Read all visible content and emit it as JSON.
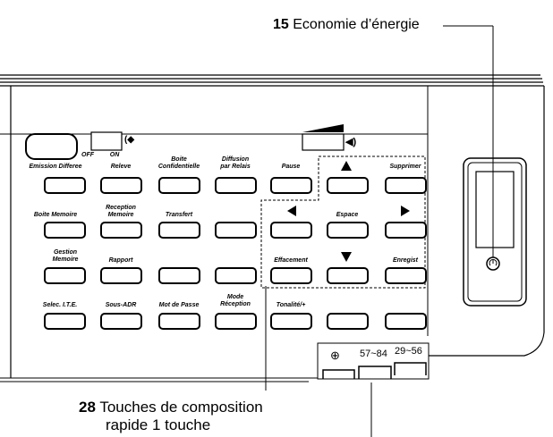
{
  "callouts": {
    "energy_saving": {
      "number": "15",
      "text": "Economie d’énergie"
    },
    "speed_dial": {
      "number": "28",
      "text_line1": "Touches de composition",
      "text_line2": "rapide 1 touche"
    }
  },
  "switch": {
    "off_label": "OFF",
    "on_label": "ON"
  },
  "icons": {
    "handset": "handset-arrow-icon",
    "speaker": "speaker-volume-icon",
    "energy": "energy-saver-icon",
    "speed_dial": "speed-dial-arrow-icon"
  },
  "keys": {
    "row1": [
      "Emission Differee",
      "Releve",
      "Boite\nConfidentielle",
      "Diffusion\npar Relais",
      "Pause",
      "Supprimer"
    ],
    "row2": [
      "Boite Memoire",
      "Reception\nMemoire",
      "Transfert",
      "Espace"
    ],
    "row3": [
      "Gestion\nMemoire",
      "Rapport",
      "Effacement",
      "Enregist"
    ],
    "row4": [
      "Selec. I.T.E.",
      "Sous-ADR",
      "Mot de Passe",
      "Mode\nRéception",
      "Tonalité/+"
    ]
  },
  "speed_dial_tabs": {
    "tab2": "57~84",
    "tab3": "29~56"
  }
}
